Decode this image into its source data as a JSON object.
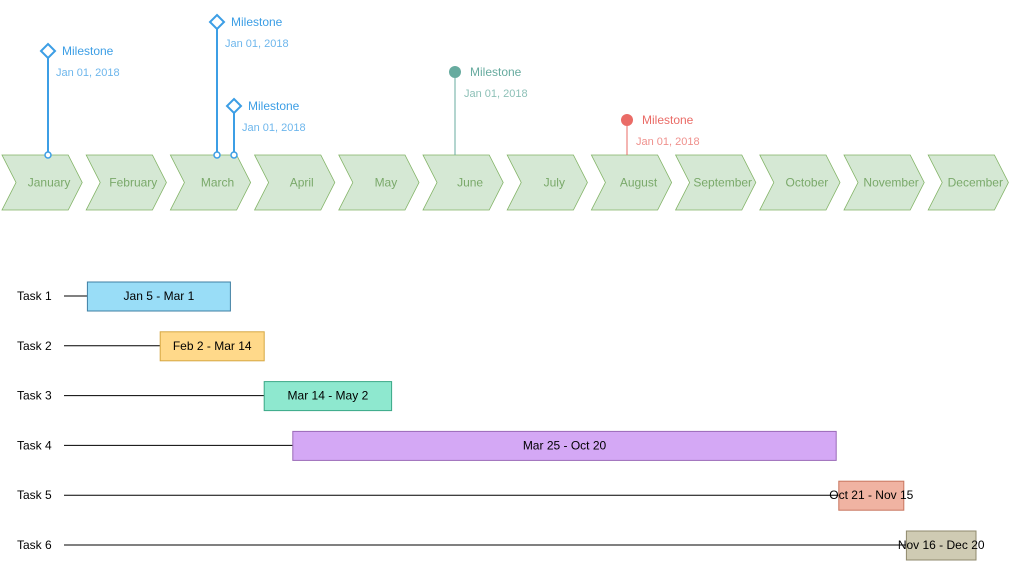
{
  "months": [
    "January",
    "February",
    "March",
    "April",
    "May",
    "June",
    "July",
    "August",
    "September",
    "October",
    "November",
    "December"
  ],
  "milestones": [
    {
      "label": "Milestone",
      "date": "Jan 01, 2018",
      "month": 0,
      "shape": "diamond",
      "color": "#3c9ee5",
      "level": "mid"
    },
    {
      "label": "Milestone",
      "date": "Jan 01, 2018",
      "month": 2,
      "shape": "diamond",
      "color": "#3c9ee5",
      "level": "high"
    },
    {
      "label": "Milestone",
      "date": "Jan 01, 2018",
      "month": 2.2,
      "shape": "diamond",
      "color": "#3c9ee5",
      "level": "low"
    },
    {
      "label": "Milestone",
      "date": "Jan 01, 2018",
      "month": 5,
      "shape": "circle",
      "color": "#67ab9f",
      "level": "mid-low"
    },
    {
      "label": "Milestone",
      "date": "Jan 01, 2018",
      "month": 7,
      "shape": "circle",
      "color": "#ea6b66",
      "level": "lowest"
    }
  ],
  "tasks": [
    {
      "name": "Task 1",
      "range": "Jan 5 - Mar 1",
      "start": "2018-01-05",
      "end": "2018-03-01",
      "fill": "#99ddf7",
      "stroke": "#3f7fa3"
    },
    {
      "name": "Task 2",
      "range": "Feb 2 - Mar 14",
      "start": "2018-02-02",
      "end": "2018-03-14",
      "fill": "#ffd98a",
      "stroke": "#d6a742"
    },
    {
      "name": "Task 3",
      "range": "Mar 14 - May 2",
      "start": "2018-03-14",
      "end": "2018-05-02",
      "fill": "#8ee8cf",
      "stroke": "#3aa886"
    },
    {
      "name": "Task 4",
      "range": "Mar 25 - Oct 20",
      "start": "2018-03-25",
      "end": "2018-10-20",
      "fill": "#d4a8f5",
      "stroke": "#9a6ab8"
    },
    {
      "name": "Task 5",
      "range": "Oct 21 - Nov 15",
      "start": "2018-10-21",
      "end": "2018-11-15",
      "fill": "#f0b3a2",
      "stroke": "#c9765f"
    },
    {
      "name": "Task 6",
      "range": "Nov 16 - Dec 20",
      "start": "2018-11-16",
      "end": "2018-12-20",
      "fill": "#cfcbb3",
      "stroke": "#8f8a6d"
    }
  ],
  "colors": {
    "chevron_fill": "#d5e8d4",
    "chevron_stroke": "#82b366",
    "month_text": "#7aa96a",
    "task_text": "#000000"
  }
}
